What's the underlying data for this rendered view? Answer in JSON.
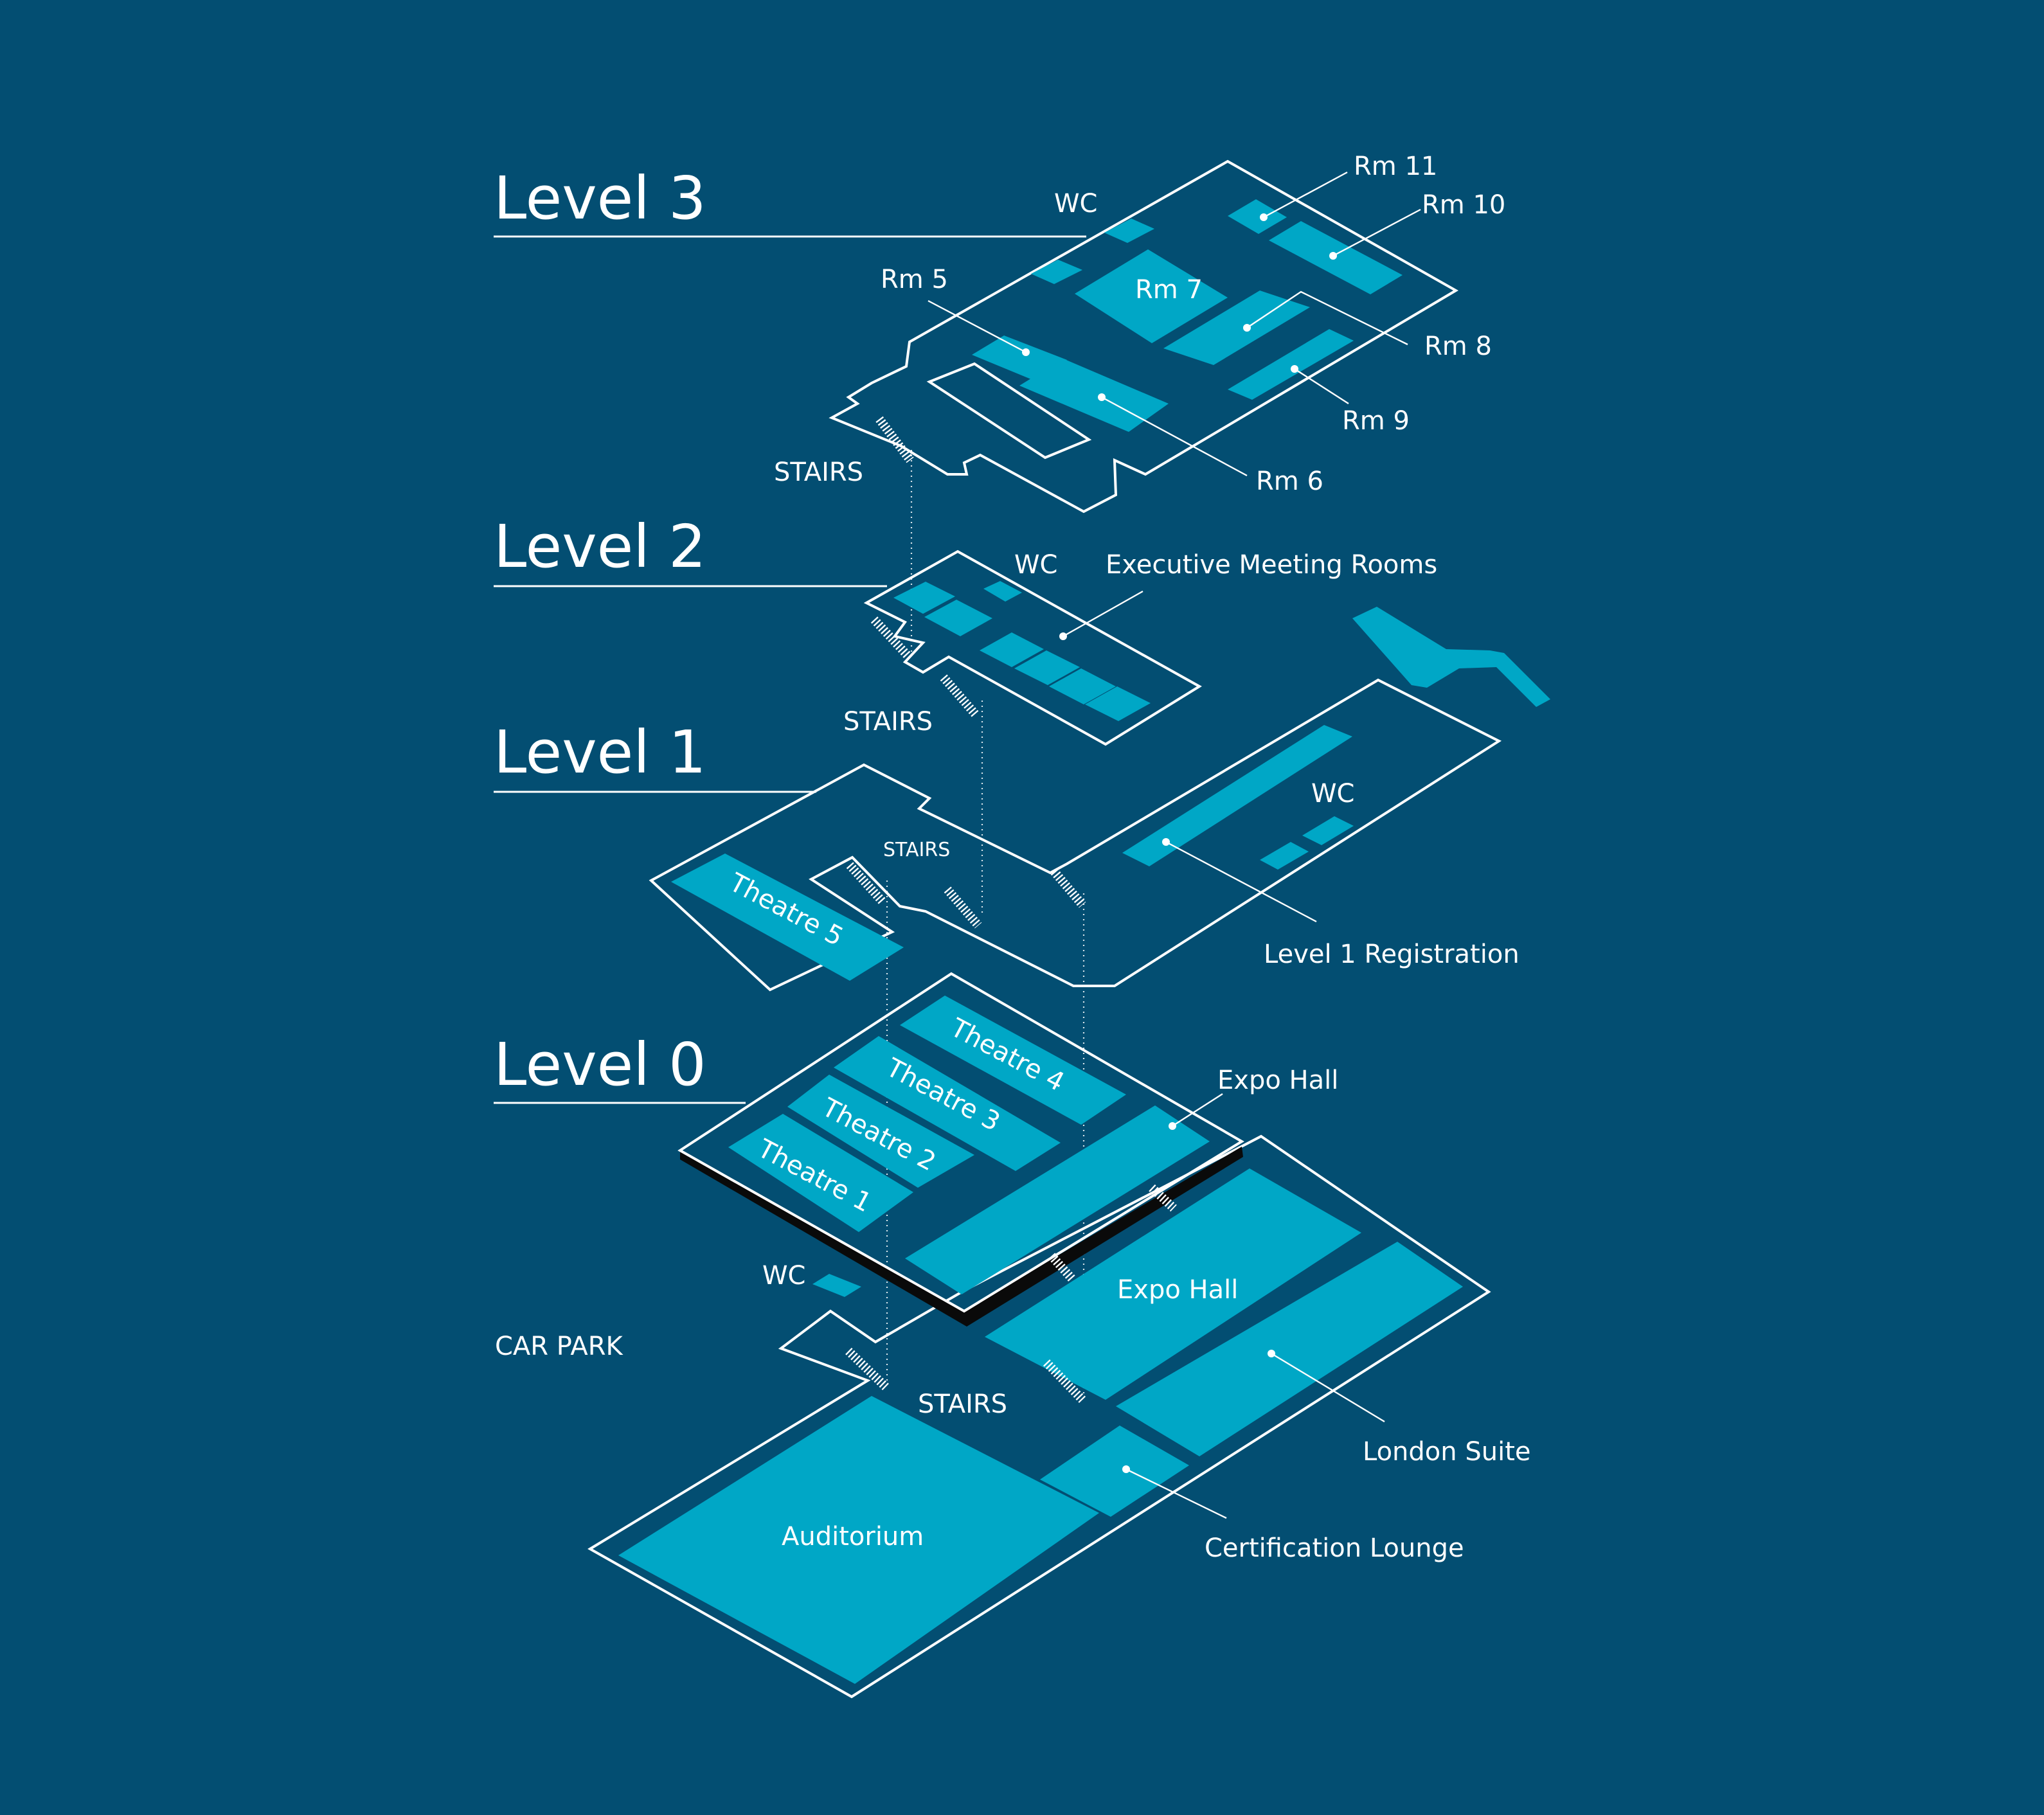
{
  "colors": {
    "background": "#034e72",
    "room_fill": "#00a7c6",
    "outline": "#ffffff",
    "floor_edge": "#0a0a0a"
  },
  "levels": {
    "level3": {
      "title": "Level 3",
      "wc": "WC",
      "stairs": "STAIRS",
      "rooms": {
        "rm5": "Rm 5",
        "rm6": "Rm 6",
        "rm7": "Rm 7",
        "rm8": "Rm 8",
        "rm9": "Rm  9",
        "rm10": "Rm 10",
        "rm11": "Rm 11"
      }
    },
    "level2": {
      "title": "Level 2",
      "wc": "WC",
      "stairs": "STAIRS",
      "executive": "Executive Meeting Rooms"
    },
    "level1": {
      "title": "Level 1",
      "wc": "WC",
      "stairs": "STAIRS",
      "theatre5": "Theatre 5",
      "registration": "Level 1 Registration"
    },
    "level0": {
      "title": "Level 0",
      "wc": "WC",
      "car_park": "CAR PARK",
      "stairs": "STAIRS",
      "theatre1": "Theatre 1",
      "theatre2": "Theatre 2",
      "theatre3": "Theatre 3",
      "theatre4": "Theatre 4",
      "expo_hall_upper": "Expo Hall",
      "expo_hall_lower": "Expo Hall",
      "london_suite": "London Suite",
      "certification_lounge": "Certification Lounge",
      "auditorium": "Auditorium"
    }
  }
}
